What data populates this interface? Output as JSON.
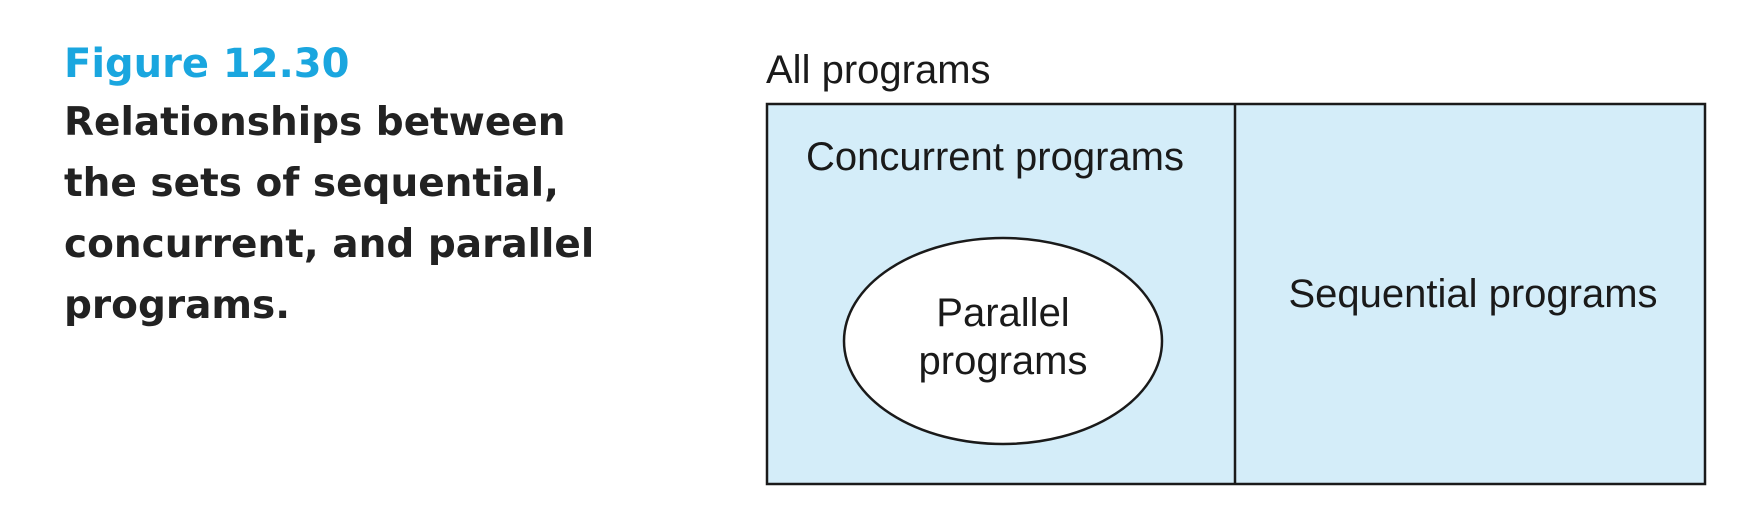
{
  "figure": {
    "label": "Figure 12.30",
    "caption": "Relationships between the sets of sequential, concurrent, and parallel programs."
  },
  "diagram": {
    "outer_label": "All programs",
    "concurrent_label": "Concurrent programs",
    "parallel_label_line1": "Parallel",
    "parallel_label_line2": "programs",
    "sequential_label": "Sequential programs",
    "colors": {
      "region_fill": "#d4edf9",
      "ellipse_fill": "#ffffff",
      "stroke": "#1a1a1a",
      "figure_label": "#1aa6df"
    }
  }
}
